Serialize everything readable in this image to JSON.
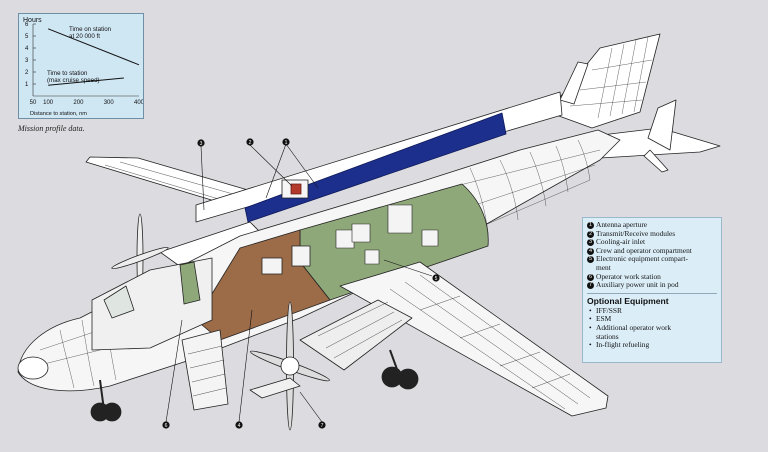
{
  "mission_chart": {
    "y_axis_label": "Hours",
    "x_axis_label": "Distance to station, nm",
    "x_ticks": [
      "50",
      "100",
      "200",
      "300",
      "400"
    ],
    "y_ticks": [
      "6",
      "5",
      "4",
      "3",
      "2",
      "1"
    ],
    "annotation_top": [
      "Time on station",
      "at 20 000 ft"
    ],
    "annotation_bottom": [
      "Time to station",
      "(max cruise speed)"
    ]
  },
  "chart_data": {
    "type": "line",
    "xlabel": "Distance to station, nm",
    "ylabel": "Hours",
    "xlim": [
      50,
      400
    ],
    "ylim": [
      0,
      6
    ],
    "series": [
      {
        "name": "Time on station at 20 000 ft",
        "x": [
          100,
          400
        ],
        "y": [
          5.6,
          2.6
        ]
      },
      {
        "name": "Time to station (max cruise speed)",
        "x": [
          100,
          350
        ],
        "y": [
          0.9,
          1.5
        ]
      }
    ]
  },
  "caption": "Mission profile data.",
  "callout_numbers": [
    "3",
    "2",
    "1",
    "5",
    "6",
    "4",
    "7"
  ],
  "legend": {
    "items": [
      {
        "num": "1",
        "text": [
          "Antenna aperture"
        ]
      },
      {
        "num": "2",
        "text": [
          "Transmit/Receive modules"
        ]
      },
      {
        "num": "3",
        "text": [
          "Cooling-air inlet"
        ]
      },
      {
        "num": "4",
        "text": [
          "Crew and operator compartment"
        ]
      },
      {
        "num": "5",
        "text": [
          "Electronic equipment compart-",
          "ment"
        ]
      },
      {
        "num": "6",
        "text": [
          "Operator work station"
        ]
      },
      {
        "num": "7",
        "text": [
          "Auxiliary power unit in pod"
        ]
      }
    ],
    "optional_title": "Optional Equipment",
    "optional_items": [
      {
        "text": [
          "IFF/SSR"
        ]
      },
      {
        "text": [
          "ESM"
        ]
      },
      {
        "text": [
          "Additional operator work",
          "stations"
        ]
      },
      {
        "text": [
          "In-flight refueling"
        ]
      }
    ],
    "bullet": "•"
  },
  "colors": {
    "panel_blue": "#cfe6f3",
    "radar_blue": "#1d2f8c",
    "cabin_green": "#8fa87a",
    "cabin_brown": "#9c6b48",
    "background": "#dcdbdf"
  }
}
